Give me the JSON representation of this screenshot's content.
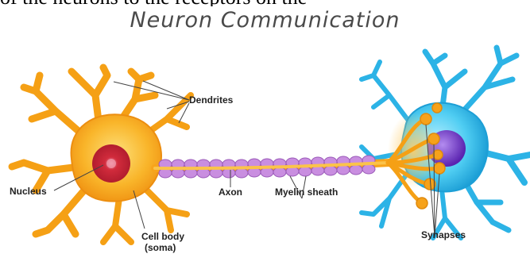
{
  "top_text_fragment": "of the neurons to the receptors on the",
  "title": "Neuron Communication",
  "labels": {
    "dendrites": "Dendrites",
    "nucleus": "Nucleus",
    "axon": "Axon",
    "myelin_sheath": "Myelin sheath",
    "cell_body_line1": "Cell body",
    "cell_body_line2": "(soma)",
    "synapses": "Synapses"
  },
  "colors": {
    "cell_body": "#f7a41b",
    "cell_body_light": "#fcd46a",
    "nucleus": "#d12b3c",
    "myelin": "#c98ee0",
    "receiving_cell": "#3cc2ec",
    "receiving_nucleus": "#7b3ac9"
  }
}
